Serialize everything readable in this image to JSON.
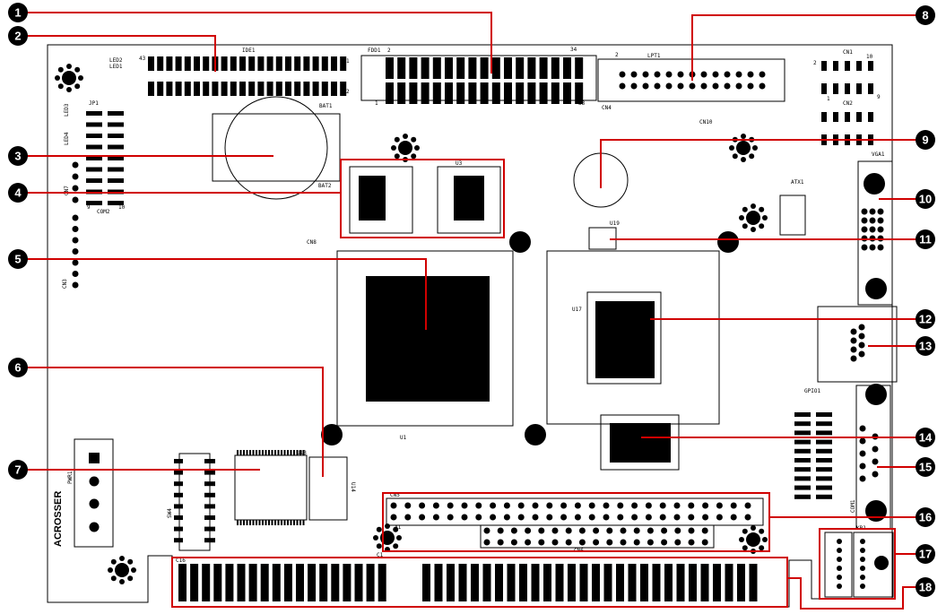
{
  "accent_color": "#d00000",
  "board_labels": {
    "ide": "IDE1",
    "ide_pin43": "43",
    "ide_pin1": "1",
    "ide_pin2": "2",
    "fdd": "FDD1",
    "fdd_pin2": "2",
    "fdd_pin34": "34",
    "fdd_pin1": "1",
    "fdd_pin33": "33",
    "lpt": "LPT1",
    "lpt_pin2": "2",
    "cn1": "CN1",
    "cn2": "CN2",
    "cn_pin2": "2",
    "cn_pin10": "10",
    "cn_pin1": "1",
    "cn_pin9": "9",
    "cn4": "CN4",
    "cn10": "CN10",
    "vga": "VGA1",
    "bat1": "BAT1",
    "bat2": "BAT2",
    "led2": "LED2",
    "led1": "LED1",
    "led3": "LED3",
    "led4": "LED4",
    "jp1": "JP1",
    "com2": "COM2",
    "com2_pin9": "9",
    "com2_pin10": "10",
    "cn7": "CN7",
    "cn3": "CN3",
    "cn8": "CN8",
    "u3": "U3",
    "u19": "U19",
    "atx": "ATX1",
    "u1": "U1",
    "u17": "U17",
    "u13": "U13",
    "u14": "U14",
    "gpio": "GPIO1",
    "com1": "COM1",
    "cn5": "CN5",
    "cn6": "CN6",
    "sw4": "SW4",
    "pwr": "PWR1",
    "c16": "C16",
    "a1": "A1",
    "c1": "C1",
    "kb": "KB1",
    "logo": "ACROSSER"
  },
  "callouts": [
    "1",
    "2",
    "3",
    "4",
    "5",
    "6",
    "7",
    "8",
    "9",
    "10",
    "11",
    "12",
    "13",
    "14",
    "15",
    "16",
    "17",
    "18"
  ]
}
